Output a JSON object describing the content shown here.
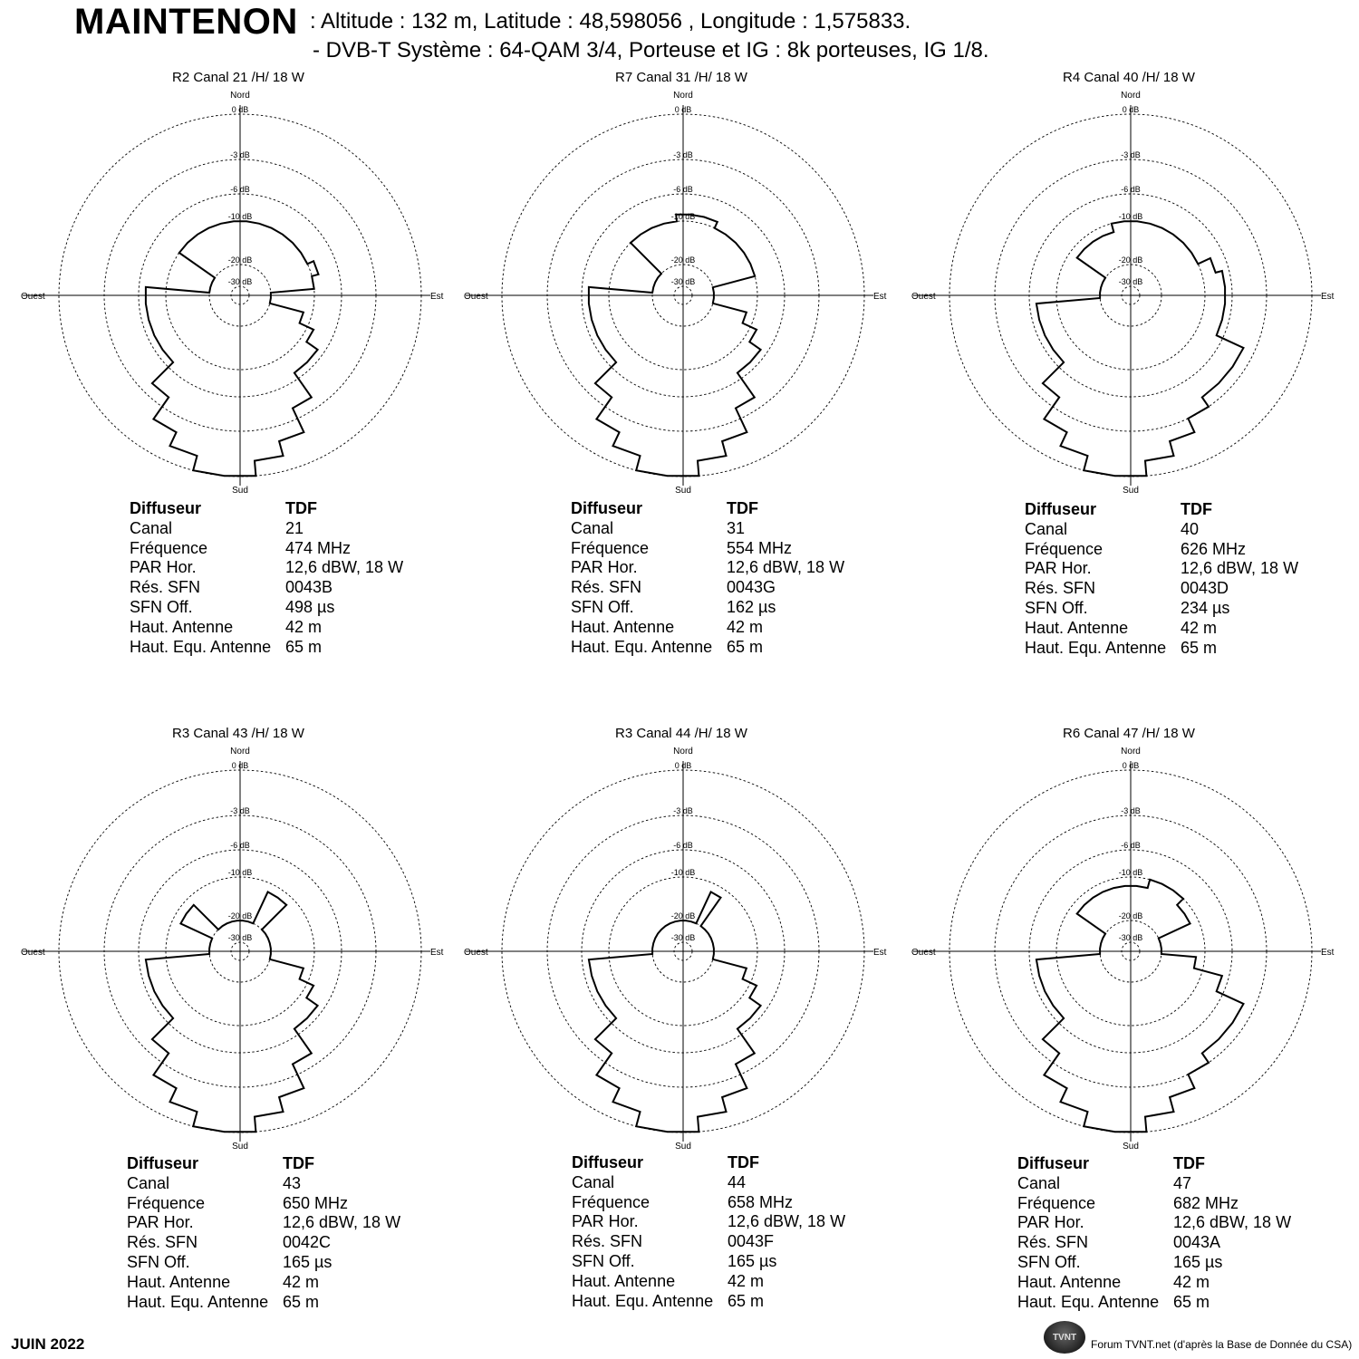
{
  "header": {
    "site": "MAINTENON",
    "line1": ":  Altitude : 132 m, Latitude : 48,598056 , Longitude : 1,575833.",
    "line2": "- DVB-T  Système : 64-QAM 3/4,   Porteuse et IG : 8k porteuses, IG 1/8."
  },
  "footer": {
    "date": "JUIN  2022",
    "credit": "Forum TVNT.net (d'après la Base de Donnée du CSA)",
    "logo_text": "TVNT"
  },
  "chart_data": [
    {
      "type": "polar",
      "title": "R2  Canal 21 /H/ 18 W",
      "directions": {
        "north": "Nord",
        "south": "Sud",
        "east": "Est",
        "west": "Ouest"
      },
      "ring_labels": [
        "0 dB",
        "-3 dB",
        "-6 dB",
        "-10 dB",
        "-20 dB",
        "-30 dB"
      ],
      "angle_step_deg": 10,
      "pattern_db": [
        -10,
        -10,
        -10,
        -10,
        -10,
        -10,
        -10,
        -9,
        -10,
        -20,
        -20,
        -12,
        -9,
        -7,
        -7,
        -4,
        -2,
        -1,
        0,
        0,
        -1,
        -2,
        -4,
        -7,
        -7,
        -7,
        -7,
        -7,
        -20,
        -20,
        -20,
        -10,
        -10,
        -10,
        -10,
        -10
      ]
    },
    {
      "type": "polar",
      "title": "R7  Canal 31 /H/ 18 W",
      "directions": {
        "north": "Nord",
        "south": "Sud",
        "east": "Est",
        "west": "Ouest"
      },
      "ring_labels": [
        "0 dB",
        "-3 dB",
        "-6 dB",
        "-10 dB",
        "-20 dB",
        "-30 dB"
      ],
      "angle_step_deg": 10,
      "pattern_db": [
        -9,
        -9,
        -9,
        -10,
        -10,
        -10,
        -10,
        -10,
        -20,
        -20,
        -20,
        -12,
        -9,
        -7,
        -7,
        -4,
        -2,
        -1,
        0,
        0,
        -1,
        -2,
        -4,
        -7,
        -7,
        -7,
        -7,
        -7,
        -20,
        -20,
        -20,
        -20,
        -10,
        -10,
        -10,
        -10
      ]
    },
    {
      "type": "polar",
      "title": "R4  Canal 40 /H/ 18 W",
      "directions": {
        "north": "Nord",
        "south": "Sud",
        "east": "Est",
        "west": "Ouest"
      },
      "ring_labels": [
        "0 dB",
        "-3 dB",
        "-6 dB",
        "-10 dB",
        "-20 dB",
        "-30 dB"
      ],
      "angle_step_deg": 10,
      "pattern_db": [
        -10,
        -10,
        -10,
        -10,
        -10,
        -10,
        -10,
        -8,
        -7,
        -7,
        -7,
        -7,
        -4,
        -4,
        -4,
        -3,
        -2,
        -1,
        0,
        0,
        -1,
        -2,
        -4,
        -7,
        -7,
        -7,
        -7,
        -20,
        -20,
        -20,
        -20,
        -12,
        -12,
        -12,
        -12,
        -10
      ]
    },
    {
      "type": "polar",
      "title": "R3  Canal 43 /H/ 18 W",
      "directions": {
        "north": "Nord",
        "south": "Sud",
        "east": "Est",
        "west": "Ouest"
      },
      "ring_labels": [
        "0 dB",
        "-3 dB",
        "-6 dB",
        "-10 dB",
        "-20 dB",
        "-30 dB"
      ],
      "angle_step_deg": 10,
      "pattern_db": [
        -20,
        -20,
        -20,
        -12,
        -12,
        -20,
        -20,
        -20,
        -20,
        -20,
        -20,
        -12,
        -9,
        -7,
        -7,
        -4,
        -2,
        -1,
        0,
        0,
        -1,
        -2,
        -4,
        -7,
        -7,
        -7,
        -7,
        -20,
        -20,
        -20,
        -12,
        -12,
        -20,
        -20,
        -20,
        -20
      ]
    },
    {
      "type": "polar",
      "title": "R3  Canal 44 /H/ 18 W",
      "directions": {
        "north": "Nord",
        "south": "Sud",
        "east": "Est",
        "west": "Ouest"
      },
      "ring_labels": [
        "0 dB",
        "-3 dB",
        "-6 dB",
        "-10 dB",
        "-20 dB",
        "-30 dB"
      ],
      "angle_step_deg": 10,
      "pattern_db": [
        -20,
        -20,
        -20,
        -12,
        -20,
        -20,
        -20,
        -20,
        -20,
        -20,
        -20,
        -12,
        -9,
        -7,
        -7,
        -4,
        -2,
        -1,
        0,
        0,
        -1,
        -2,
        -4,
        -7,
        -7,
        -7,
        -7,
        -20,
        -20,
        -20,
        -20,
        -20,
        -20,
        -20,
        -20,
        -20
      ]
    },
    {
      "type": "polar",
      "title": "R6  Canal 47 /H/ 18 W",
      "directions": {
        "north": "Nord",
        "south": "Sud",
        "east": "Est",
        "west": "Ouest"
      },
      "ring_labels": [
        "0 dB",
        "-3 dB",
        "-6 dB",
        "-10 dB",
        "-20 dB",
        "-30 dB"
      ],
      "angle_step_deg": 10,
      "pattern_db": [
        -12,
        -12,
        -10,
        -10,
        -10,
        -12,
        -12,
        -20,
        -20,
        -20,
        -12,
        -7,
        -4,
        -4,
        -4,
        -3,
        -2,
        -1,
        0,
        0,
        -1,
        -2,
        -4,
        -7,
        -7,
        -7,
        -7,
        -20,
        -20,
        -20,
        -20,
        -12,
        -12,
        -12,
        -12,
        -12
      ]
    }
  ],
  "info_panels": [
    {
      "labels": [
        "Diffuseur",
        "Canal",
        "Fréquence",
        "PAR Hor.",
        "Rés. SFN",
        "SFN Off.",
        "Haut. Antenne",
        "Haut. Equ. Antenne"
      ],
      "values": [
        "TDF",
        "21",
        "474 MHz",
        "12,6 dBW, 18 W",
        "0043B",
        "498 µs",
        "42 m",
        "65 m"
      ]
    },
    {
      "labels": [
        "Diffuseur",
        "Canal",
        "Fréquence",
        "PAR Hor.",
        "Rés. SFN",
        "SFN Off.",
        "Haut. Antenne",
        "Haut. Equ. Antenne"
      ],
      "values": [
        "TDF",
        "31",
        "554 MHz",
        "12,6 dBW, 18 W",
        "0043G",
        "162 µs",
        "42 m",
        "65 m"
      ]
    },
    {
      "labels": [
        "Diffuseur",
        "Canal",
        "Fréquence",
        "PAR Hor.",
        "Rés. SFN",
        "SFN Off.",
        "Haut. Antenne",
        "Haut. Equ. Antenne"
      ],
      "values": [
        "TDF",
        "40",
        "626 MHz",
        "12,6 dBW, 18 W",
        "0043D",
        "234 µs",
        "42 m",
        "65 m"
      ]
    },
    {
      "labels": [
        "Diffuseur",
        "Canal",
        "Fréquence",
        "PAR Hor.",
        "Rés. SFN",
        "SFN Off.",
        "Haut. Antenne",
        "Haut. Equ. Antenne"
      ],
      "values": [
        "TDF",
        "43",
        "650 MHz",
        "12,6 dBW, 18 W",
        "0042C",
        "165 µs",
        "42 m",
        "65 m"
      ]
    },
    {
      "labels": [
        "Diffuseur",
        "Canal",
        "Fréquence",
        "PAR Hor.",
        "Rés. SFN",
        "SFN Off.",
        "Haut. Antenne",
        "Haut. Equ. Antenne"
      ],
      "values": [
        "TDF",
        "44",
        "658 MHz",
        "12,6 dBW, 18 W",
        "0043F",
        "165 µs",
        "42 m",
        "65 m"
      ]
    },
    {
      "labels": [
        "Diffuseur",
        "Canal",
        "Fréquence",
        "PAR Hor.",
        "Rés. SFN",
        "SFN Off.",
        "Haut. Antenne",
        "Haut. Equ. Antenne"
      ],
      "values": [
        "TDF",
        "47",
        "682 MHz",
        "12,6 dBW, 18 W",
        "0043A",
        "165 µs",
        "42 m",
        "65 m"
      ]
    }
  ]
}
